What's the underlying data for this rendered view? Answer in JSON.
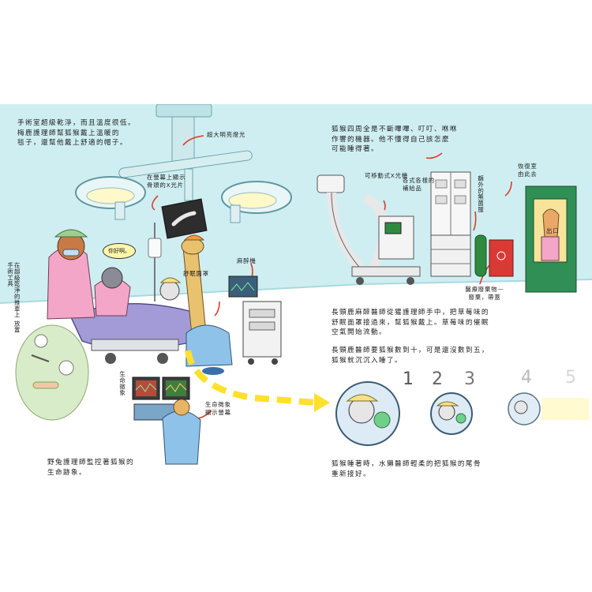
{
  "texts": {
    "top_left": "手術室超級乾淨，而且溫度很低。\n梅鹿護理師幫狐猴戴上溫暖的\n毯子，還幫他戴上舒適的帽子。",
    "top_right": "狐猴四周全是不斷嗶嗶、叮叮、咻咻\n作響的機器。他不懂得自己該怎麼\n可能睡得著。",
    "mid_right_1": "長頸鹿麻醉醫師從獾護理師手中，把草莓味的\n舒眠面罩接過來，幫狐猴戴上。草莓味的催眠\n空氣開始流動。",
    "mid_right_2": "長頸鹿醫師要狐猴數到十，可是還沒數到五，\n狐猴就沉沉入睡了。",
    "bottom_left": "野兔護理師監控著狐猴的\n生命跡象。",
    "bottom_right": "狐猴睡著時，水獺醫師輕柔的把狐猴的尾骨\n重新接好。"
  },
  "labels": {
    "lights": "超大明亮燈光",
    "xray_screen": "在螢幕上顯示\n骨頭的X光片",
    "anesthesia_machine": "麻醉機",
    "mask": "舒眠面罩",
    "mobile_xray": "可移動式X光機",
    "supplies": "各式各樣的\n補給品",
    "waste": "醫療廢棄物—\n廢棄，帶蓋",
    "recovery": "恢復室\n由此去",
    "exit": "出口",
    "vital_monitor": "生命徵象\n顯示螢幕",
    "tools_vertical": "在超級乾淨的推車上\n放置手術工具",
    "sterile_vertical": "額外的無菌服",
    "breathing_vertical": "生命徵象"
  },
  "bubble": "你好啊。",
  "count_numbers": [
    "1",
    "2",
    "3",
    "4",
    "5"
  ],
  "colors": {
    "wall": "#cfeef2",
    "wall_edge": "#bfe6eb",
    "floor": "#ffffff",
    "door": "#2f8f55",
    "door_window": "#f7e49a",
    "arrow_yellow": "#ffe02a",
    "arrow_red": "#d9402b",
    "sheet": "#a39ad8",
    "scrubs_pink": "#f3a6c8",
    "scrubs_blue": "#8fc2e8",
    "waste_red": "#d93a34",
    "tank_green": "#2f8a3f"
  }
}
